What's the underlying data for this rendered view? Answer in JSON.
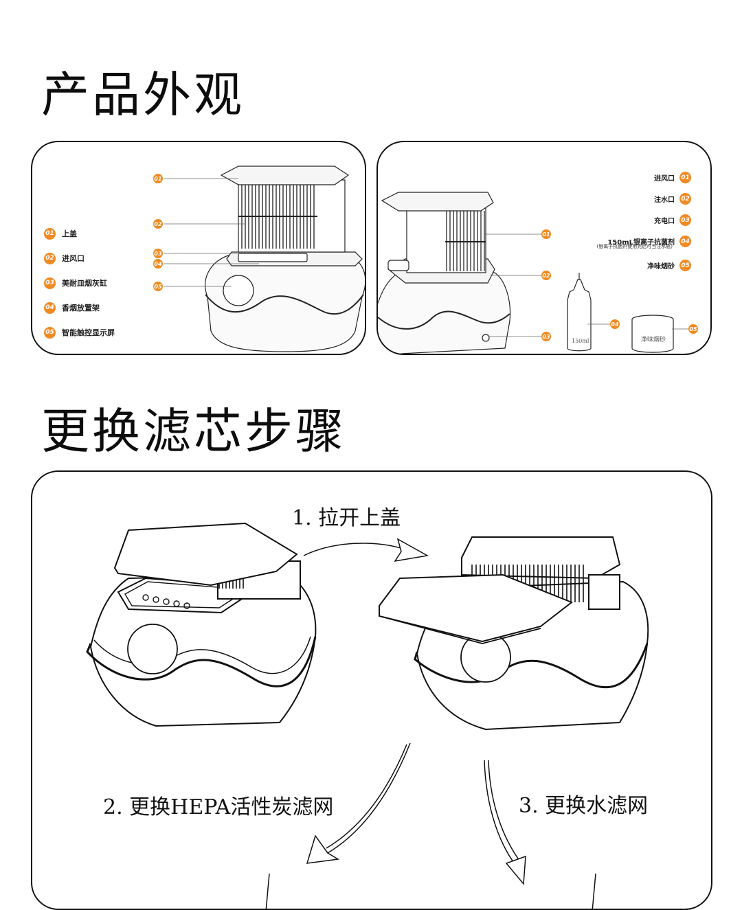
{
  "sections": {
    "appearance_title": "产品外观",
    "steps_title": "更换滤芯步骤"
  },
  "left_panel": {
    "callouts": [
      "01",
      "02",
      "03",
      "04",
      "05"
    ],
    "legend": [
      {
        "num": "01",
        "label": "上盖"
      },
      {
        "num": "02",
        "label": "进风口"
      },
      {
        "num": "03",
        "label": "美耐皿烟灰缸"
      },
      {
        "num": "04",
        "label": "香烟放置架"
      },
      {
        "num": "05",
        "label": "智能触控显示屏"
      }
    ]
  },
  "right_panel": {
    "callouts": [
      "01",
      "02",
      "03",
      "04",
      "05"
    ],
    "legend": [
      {
        "num": "01",
        "label": "进风口"
      },
      {
        "num": "02",
        "label": "注水口"
      },
      {
        "num": "03",
        "label": "充电口"
      },
      {
        "num": "04",
        "label": "150mL银离子抗菌剂"
      },
      {
        "num": "05",
        "label": "净味烟砂"
      }
    ],
    "note": "(银离子抗菌剂使用完后可当注水瓶)",
    "bottle_text": "150ml",
    "jar_text": "净味烟砂"
  },
  "steps": {
    "step1": "1. 拉开上盖",
    "step2": "2. 更换HEPA活性炭滤网",
    "step3": "3. 更换水滤网"
  },
  "colors": {
    "accent": "#f08a21",
    "line": "#111111",
    "background": "#ffffff"
  }
}
